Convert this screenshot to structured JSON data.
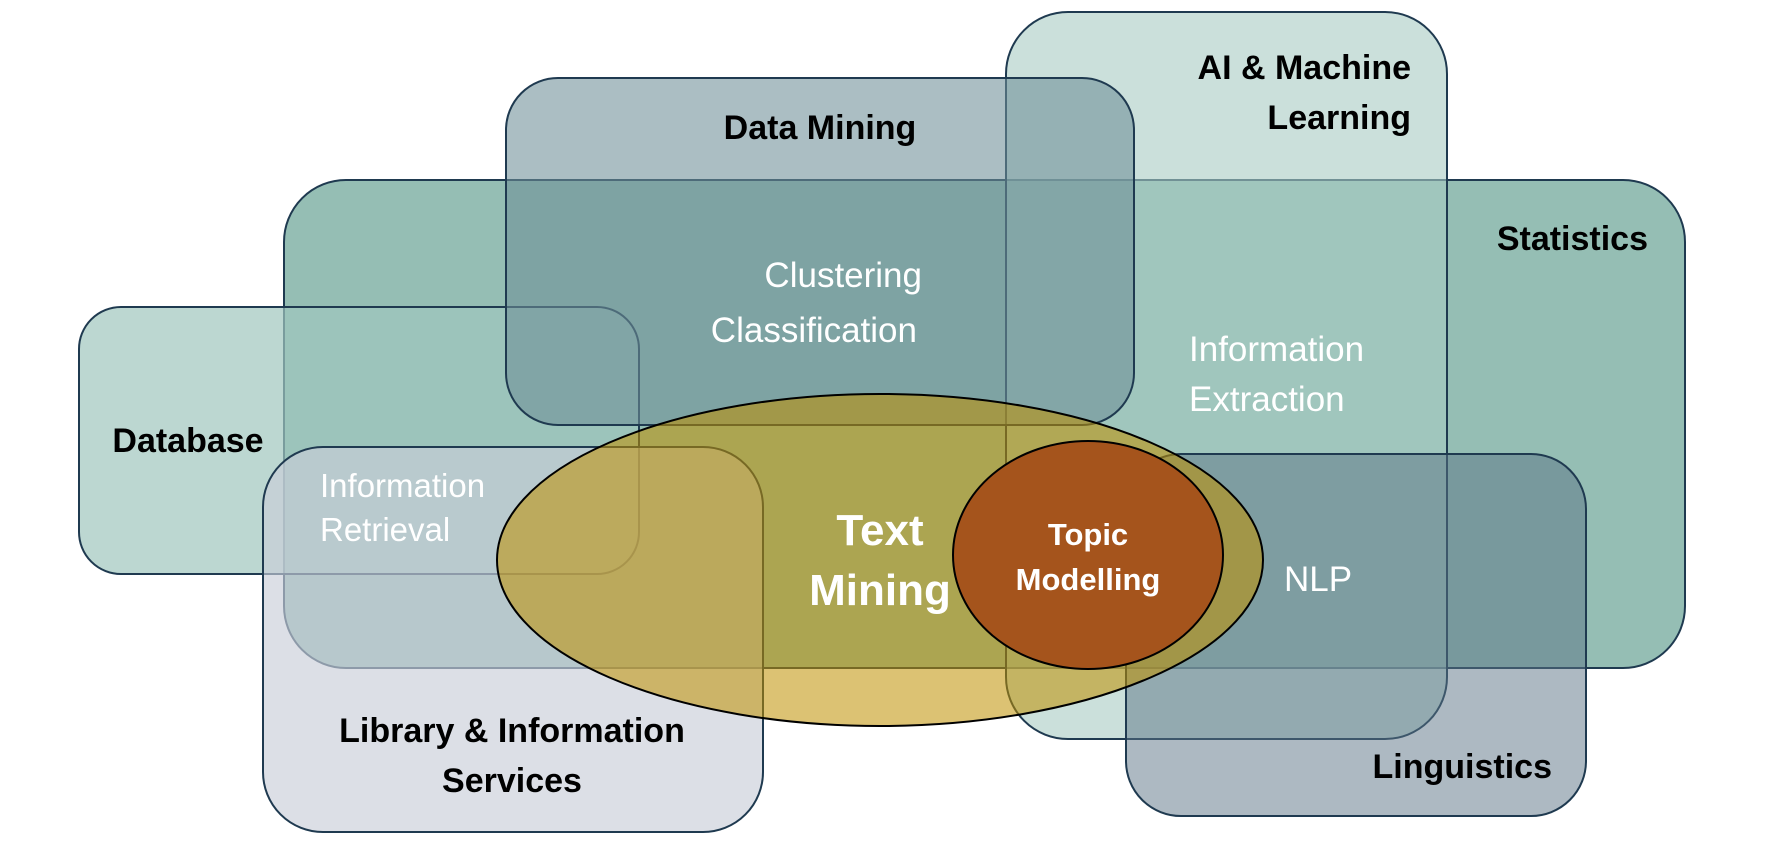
{
  "diagram": {
    "domains": {
      "statistics": {
        "label": "Statistics",
        "color": "#8fbab0"
      },
      "ai_ml": {
        "label_line1": "AI & Machine",
        "label_line2": "Learning",
        "color": "#bcd8d2"
      },
      "data_mining": {
        "label": "Data Mining",
        "color": "#8ea8ae"
      },
      "database": {
        "label": "Database",
        "color": "#a5cbc3"
      },
      "library": {
        "label_line1": "Library & Information",
        "label_line2": "Services",
        "color": "#d6dae1"
      },
      "linguistics": {
        "label": "Linguistics",
        "color": "#8d9dac"
      }
    },
    "subfields": {
      "clustering": "Clustering",
      "classification": "Classification",
      "information_extraction_line1": "Information",
      "information_extraction_line2": "Extraction",
      "information_retrieval_line1": "Information",
      "information_retrieval_line2": "Retrieval",
      "nlp": "NLP"
    },
    "core": {
      "text_mining_line1": "Text",
      "text_mining_line2": "Mining",
      "text_mining_color": "#bf8f00",
      "topic_modelling_line1": "Topic",
      "topic_modelling_line2": "Modelling",
      "topic_modelling_color": "#a5541c"
    }
  }
}
